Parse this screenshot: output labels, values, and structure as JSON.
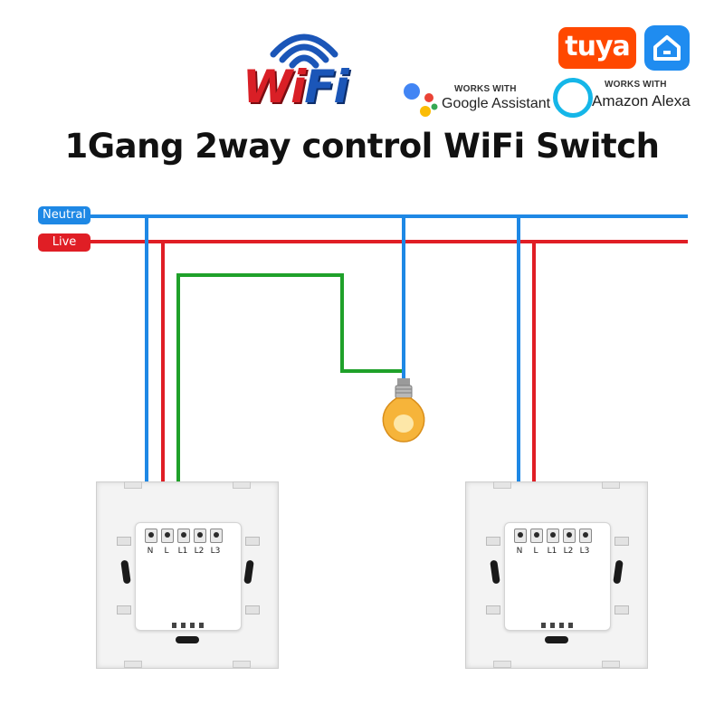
{
  "header": {
    "wifi_logo": {
      "text_wi": "Wi",
      "text_fi": "Fi",
      "icon": "wifi-signal-icon",
      "colors": {
        "red": "#d91f26",
        "blue": "#1b56b8"
      }
    },
    "tuya_logo": {
      "text": "tuya",
      "color": "#ff4800"
    },
    "smart_home_logo": {
      "icon": "smart-home-icon",
      "color": "#1f8cf0"
    },
    "google_badge": {
      "works_with": "WORKS WITH",
      "name": "Google Assistant",
      "icon": "google-assistant-icon"
    },
    "alexa_badge": {
      "works_with": "WORKS WITH",
      "name": "Amazon Alexa",
      "icon": "alexa-ring-icon",
      "color": "#15b6e8"
    }
  },
  "title": "1Gang 2way control WiFi Switch",
  "wires": {
    "neutral": {
      "label": "Neutral",
      "color": "#1e88e5"
    },
    "live": {
      "label": "Live",
      "color": "#e01e25"
    },
    "load": {
      "color": "#1fa12a"
    }
  },
  "switches": [
    {
      "terminals": [
        "N",
        "L",
        "L1",
        "L2",
        "L3"
      ]
    },
    {
      "terminals": [
        "N",
        "L",
        "L1",
        "L2",
        "L3"
      ]
    }
  ],
  "lamp": {
    "icon": "light-bulb-icon"
  }
}
